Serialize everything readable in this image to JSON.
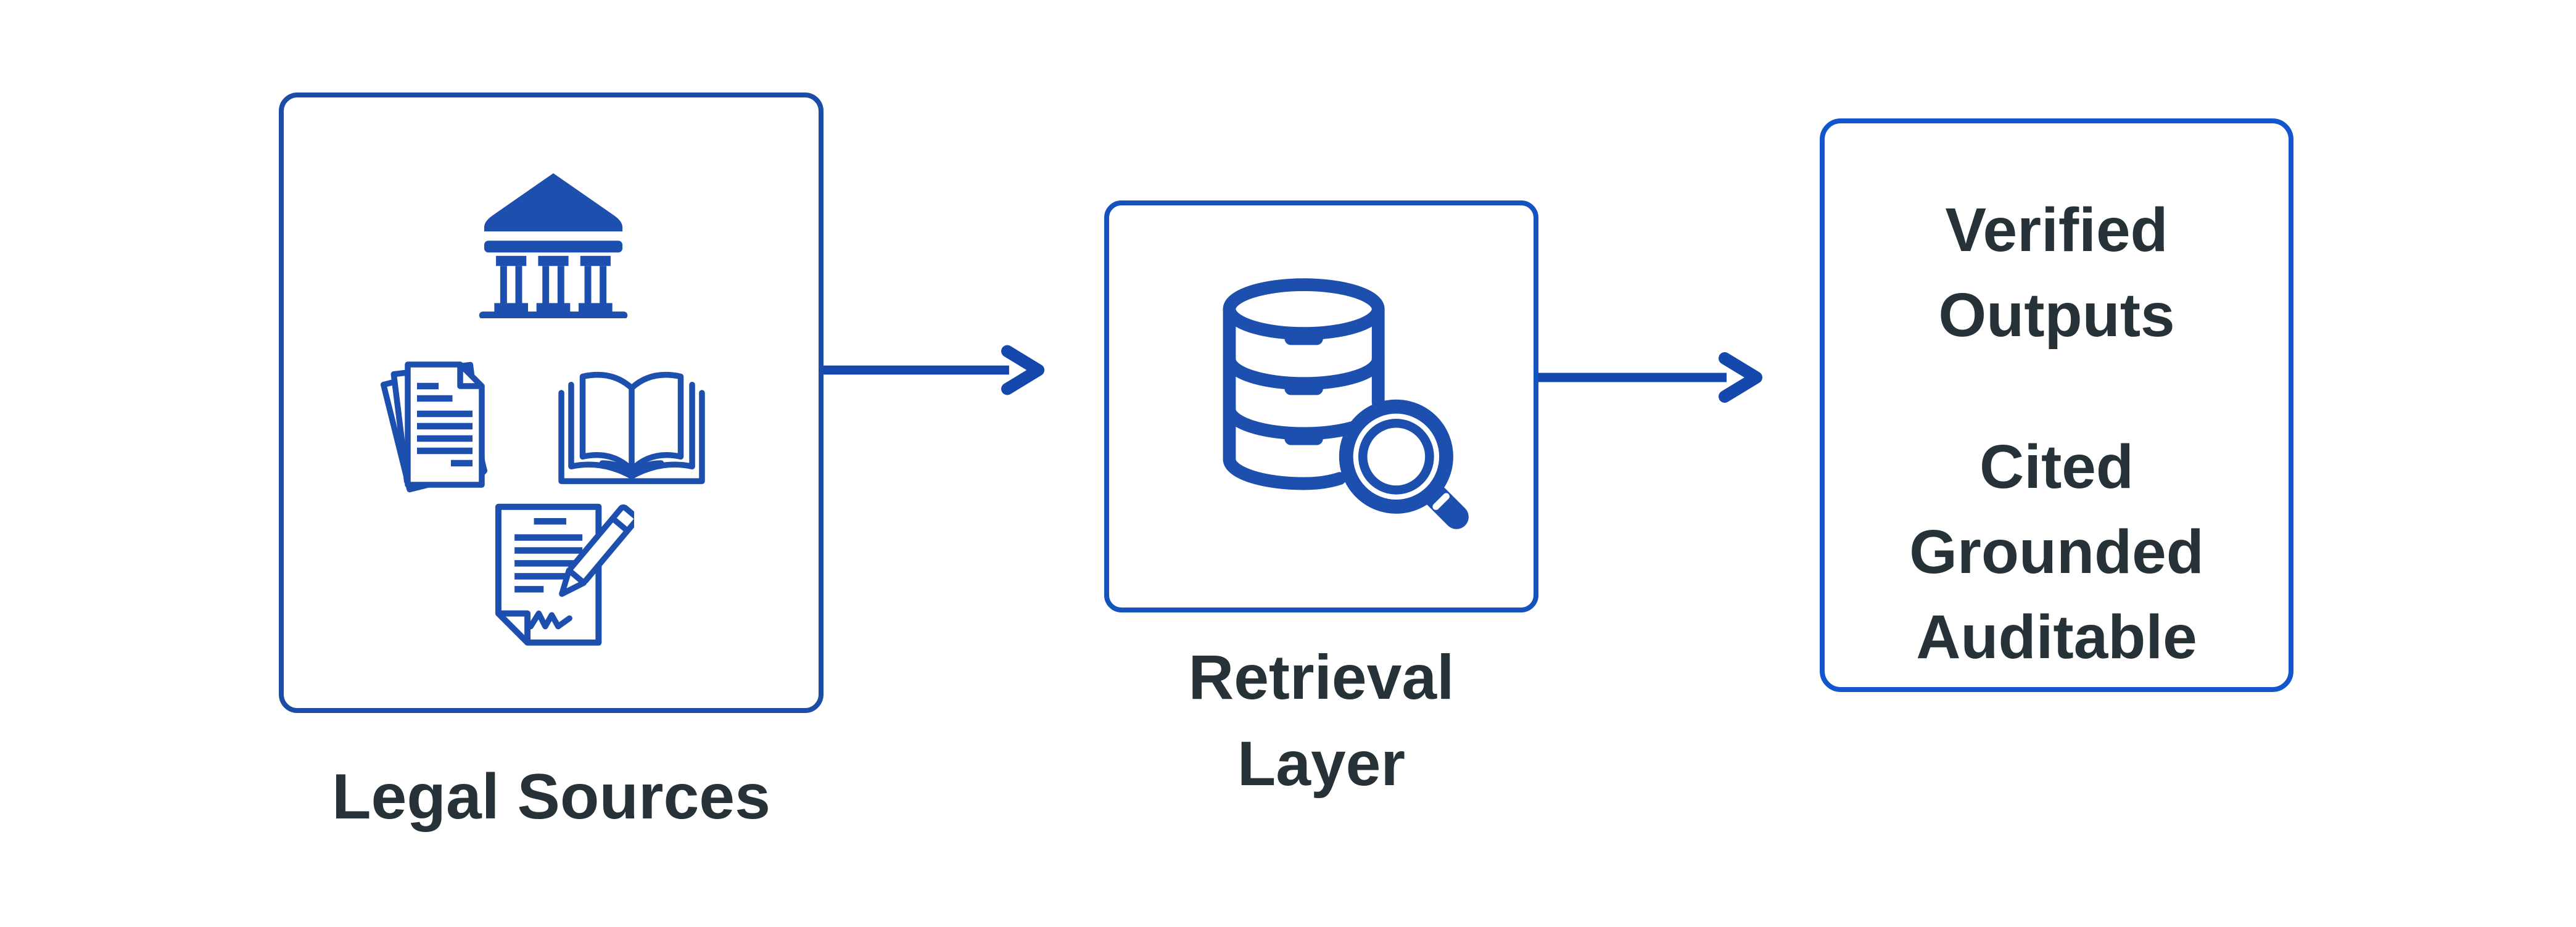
{
  "diagram": {
    "colors": {
      "background": "#ffffff",
      "icon_blue": "#1d4fae",
      "arrow_blue": "#1548ad",
      "border_left": "#1c4da6",
      "border_middle": "#1452bc",
      "border_right": "#1156cd",
      "label_text": "#263238"
    },
    "nodes": [
      {
        "id": "legal-sources",
        "label": "Legal Sources",
        "icons": [
          "courthouse-icon",
          "documents-stack-icon",
          "open-book-icon",
          "contract-signature-icon"
        ]
      },
      {
        "id": "retrieval-layer",
        "label": "Retrieval Layer",
        "label_lines": [
          "Retrieval",
          "Layer"
        ],
        "icons": [
          "database-search-icon"
        ]
      },
      {
        "id": "verified-outputs",
        "lines": [
          "Verified",
          "Outputs",
          "",
          "Cited",
          "Grounded",
          "Auditable"
        ]
      }
    ],
    "arrows": [
      {
        "from": "legal-sources",
        "to": "retrieval-layer"
      },
      {
        "from": "retrieval-layer",
        "to": "verified-outputs"
      }
    ]
  }
}
